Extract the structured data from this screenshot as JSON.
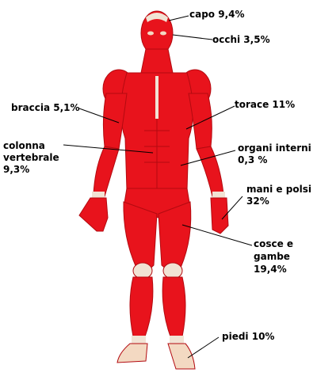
{
  "colors": {
    "muscle": "#e8131c",
    "muscle_dark": "#b30a10",
    "tendon": "#f1e3d4",
    "skin": "#f3d9c2",
    "leader_line": "#000000",
    "text": "#000000"
  },
  "labels": {
    "head": "capo 9,4%",
    "eyes": "occhi 3,5%",
    "arms": "braccia 5,1%",
    "chest": "torace 11%",
    "spine_l1": "colonna",
    "spine_l2": "vertebrale",
    "spine_l3": "9,3%",
    "organs_l1": "organi interni",
    "organs_l2": "0,3 %",
    "hands_l1": "mani e polsi",
    "hands_l2": "32%",
    "legs_l1": "cosce e",
    "legs_l2": "gambe",
    "legs_l3": "19,4%",
    "feet": "piedi 10%"
  }
}
